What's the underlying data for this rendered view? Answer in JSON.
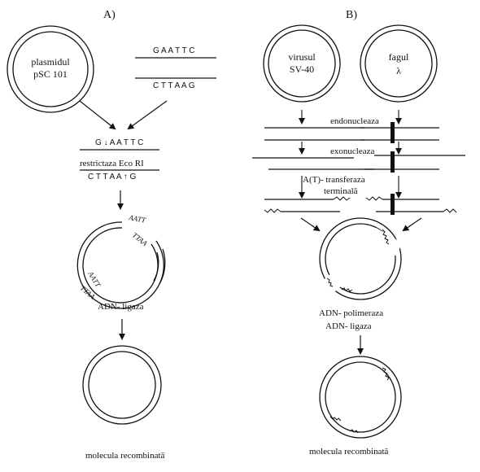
{
  "panel_a": {
    "label": "A)",
    "plasmid": {
      "line1": "plasmidul",
      "line2": "pSC 101"
    },
    "fragment": {
      "top": "G A A T T C",
      "bottom": "C T T A A G"
    },
    "cut_top": "G ↓ A A T T C",
    "enzyme": "restrictaza Eco  RI",
    "cut_bottom": "C T T A A ↑ G",
    "sticky_ends": [
      "AATT",
      "TTAA",
      "AATT",
      "TTAA"
    ],
    "ligase": "ADN- ligaza",
    "result": "molecula recombinată"
  },
  "panel_b": {
    "label": "B)",
    "virus": {
      "line1": "virusul",
      "line2": "SV-40"
    },
    "phage": {
      "line1": "fagul",
      "line2": "λ"
    },
    "step1": "endonucleaza",
    "step2": "exonucleaza",
    "step3_line1": "A(T)- transferaza",
    "step3_line2": "terminală",
    "polymerase": "ADN- polimeraza",
    "ligase": "ADN- ligaza",
    "result": "molecula recombinată"
  }
}
